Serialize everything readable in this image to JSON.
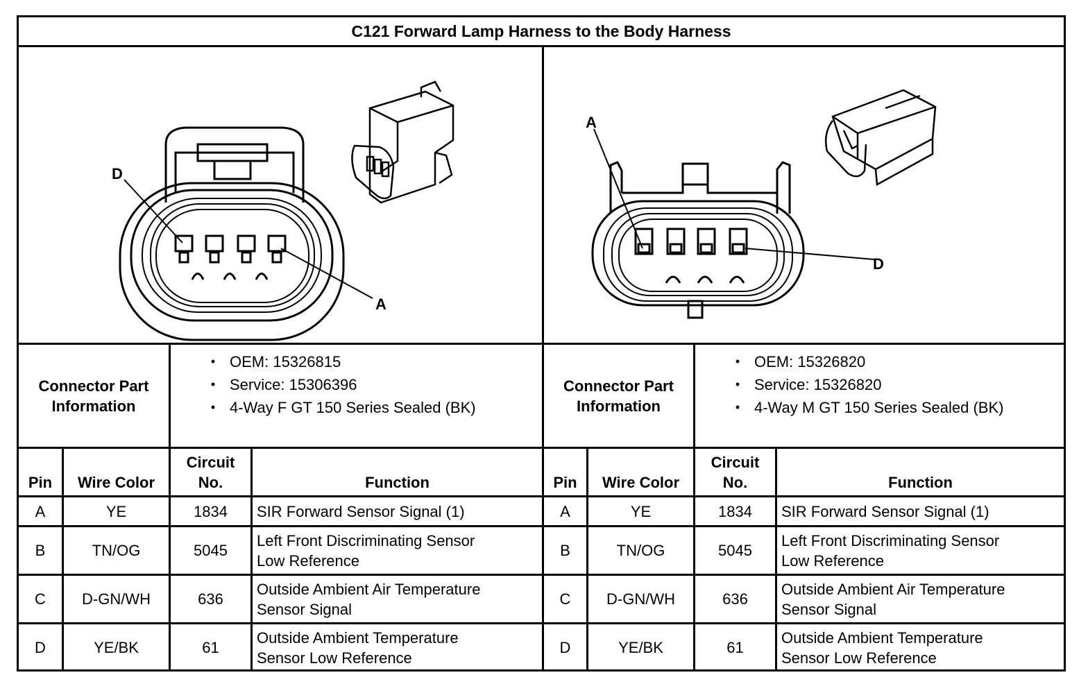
{
  "title": "C121 Forward Lamp Harness to the Body Harness",
  "left_diagram": {
    "label_top": "D",
    "label_bottom": "A"
  },
  "right_diagram": {
    "label_top": "A",
    "label_bottom": "D"
  },
  "connectors": [
    {
      "info_label_line1": "Connector Part",
      "info_label_line2": "Information",
      "info": [
        "OEM: 15326815",
        "Service: 15306396",
        "4-Way F GT 150 Series Sealed (BK)"
      ]
    },
    {
      "info_label_line1": "Connector Part",
      "info_label_line2": "Information",
      "info": [
        "OEM: 15326820",
        "Service: 15326820",
        "4-Way M GT 150 Series Sealed (BK)"
      ]
    }
  ],
  "bullet_char": "•",
  "table_header": {
    "pin": "Pin",
    "wire_color": "Wire Color",
    "circuit_line1": "Circuit",
    "circuit_line2": "No.",
    "function": "Function"
  },
  "rows": [
    {
      "pin": "A",
      "wire": "YE",
      "circuit": "1834",
      "function_line1": "SIR Forward Sensor Signal (1)",
      "function_line2": ""
    },
    {
      "pin": "B",
      "wire": "TN/OG",
      "circuit": "5045",
      "function_line1": "Left Front Discriminating Sensor",
      "function_line2": "Low Reference"
    },
    {
      "pin": "C",
      "wire": "D-GN/WH",
      "circuit": "636",
      "function_line1": "Outside Ambient Air Temperature",
      "function_line2": "Sensor Signal"
    },
    {
      "pin": "D",
      "wire": "YE/BK",
      "circuit": "61",
      "function_line1": "Outside Ambient Temperature",
      "function_line2": "Sensor Low Reference"
    }
  ]
}
